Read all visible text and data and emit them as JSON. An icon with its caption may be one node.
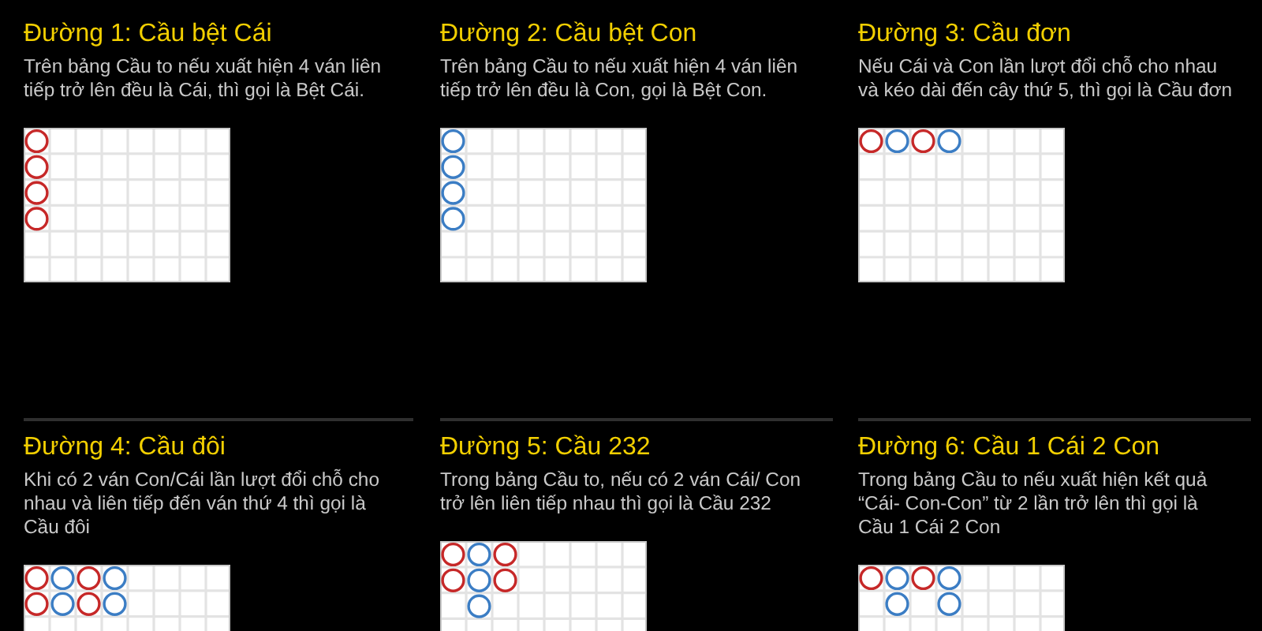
{
  "diagram": {
    "labels": [
      "Đường 1: Cầu bệt Cái",
      "Trên bảng Cầu to nếu xuất hiện 4 ván liên tiếp trở lên đều là Cái, thì gọi là Bệt Cái.",
      "Đường 2: Cầu bệt Con",
      "Trên bảng Cầu to nếu xuất hiện 4 ván liên tiếp trở lên đều là Con, gọi là Bệt Con.",
      "Đường 3: Cầu đơn",
      "Nếu Cái và Con lần lượt đổi chỗ cho nhau và kéo dài đến cây thứ 5, thì gọi là Cầu đơn",
      "Đường 4: Cầu đôi",
      "Khi có 2 ván Con/Cái lần lượt đổi chỗ cho nhau và liên tiếp đến ván thứ 4 thì gọi là Cầu đôi",
      "Đường 5: Cầu 232",
      "Trong bảng Cầu to, nếu có 2 ván Cái/ Con trở lên liên tiếp nhau thì gọi là Cầu 232",
      "Đường 6: Cầu 1 Cái 2 Con",
      "Trong bảng Cầu to nếu xuất hiện kết quả “Cái- Con-Con” từ 2 lần trở lên thì gọi là Cầu 1 Cái 2 Con"
    ]
  }
}
